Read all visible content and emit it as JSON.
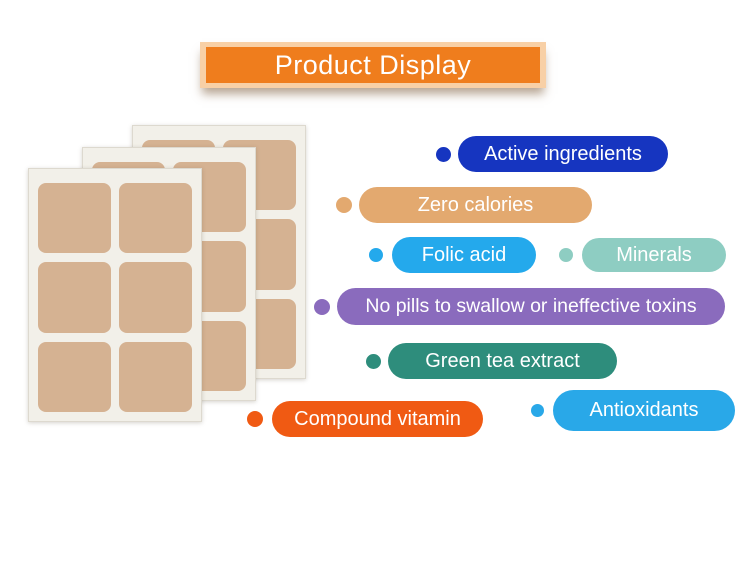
{
  "banner": {
    "title": "Product Display",
    "fill": "#ef7d1d",
    "frame": "#f8d0a6",
    "text_color": "#ffffff"
  },
  "product": {
    "description": "stack of slimming patch sheets",
    "sheet_count": 3,
    "patches_per_sheet": 6,
    "sheet_color": "#f2f0e9",
    "patch_color": "#d5b292"
  },
  "features": [
    {
      "label": "Active ingredients",
      "color": "#1635c0"
    },
    {
      "label": "Zero calories",
      "color": "#e3a96f"
    },
    {
      "label": "Folic acid",
      "color": "#24a9ec"
    },
    {
      "label": "Minerals",
      "color": "#8ecdc2"
    },
    {
      "label": "No pills to swallow or ineffective toxins",
      "color": "#8a6bbd"
    },
    {
      "label": "Green tea extract",
      "color": "#2e8d7c"
    },
    {
      "label": "Compound vitamin",
      "color": "#f05a13"
    },
    {
      "label": "Antioxidants",
      "color": "#29a8e8"
    }
  ]
}
